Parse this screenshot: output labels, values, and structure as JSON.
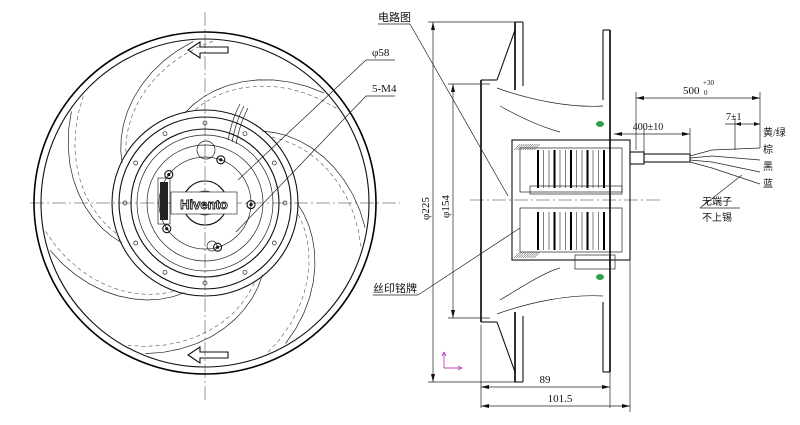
{
  "front_view": {
    "brand_text": "Hivento"
  },
  "labels": {
    "circuit_diagram": "电路图",
    "d58": "φ58",
    "m4": "5-M4",
    "silkscreen": "丝印铭牌",
    "d225": "φ225",
    "d154": "φ154",
    "dim_89": "89",
    "dim_101_5": "101.5",
    "dim_400": "400±10",
    "dim_500": "500",
    "dim_500_tol": "+30",
    "dim_500_tol_low": "0",
    "dim_7": "7±1",
    "wire_yellow_green": "黄/绿",
    "wire_brown": "棕",
    "wire_black": "黑",
    "wire_blue": "蓝",
    "no_terminal": "无端子",
    "no_tin": "不上锡"
  },
  "colors": {
    "line": "#111111",
    "green_seal": "#2e9e4f",
    "axis_marker": "#c040c0"
  }
}
